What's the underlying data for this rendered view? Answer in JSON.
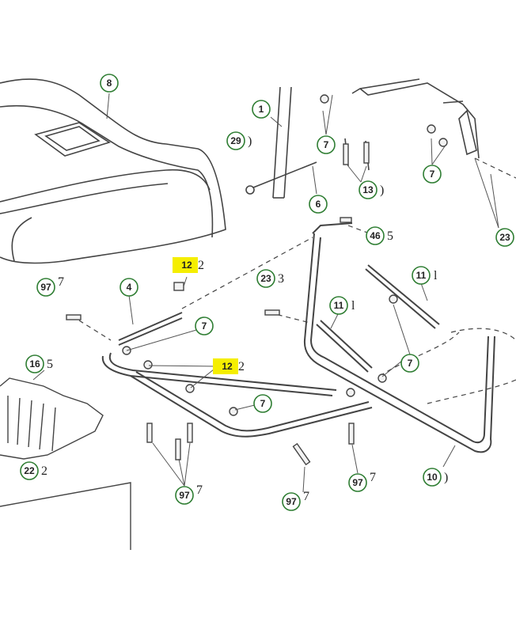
{
  "colors": {
    "circle_stroke": "#2e7d32",
    "highlight": "#f5ee00",
    "line": "#555555",
    "outline": "#444444",
    "dash": "#444444"
  },
  "callouts": [
    {
      "id": "c-8",
      "label": "8",
      "suffix": ""
    },
    {
      "id": "c-1",
      "label": "1",
      "suffix": ""
    },
    {
      "id": "c-29",
      "label": "29",
      "suffix": ")"
    },
    {
      "id": "c-7a",
      "label": "7",
      "suffix": ""
    },
    {
      "id": "c-13",
      "label": "13",
      "suffix": ")"
    },
    {
      "id": "c-7b",
      "label": "7",
      "suffix": ""
    },
    {
      "id": "c-6",
      "label": "6",
      "suffix": ""
    },
    {
      "id": "c-23a",
      "label": "23",
      "suffix": ""
    },
    {
      "id": "c-46",
      "label": "46",
      "suffix": "5"
    },
    {
      "id": "c-12a",
      "label": "12",
      "suffix": "2",
      "highlight": true
    },
    {
      "id": "c-97a",
      "label": "97",
      "suffix": "7"
    },
    {
      "id": "c-4",
      "label": "4",
      "suffix": ""
    },
    {
      "id": "c-23b",
      "label": "23",
      "suffix": "3"
    },
    {
      "id": "c-11a",
      "label": "11",
      "suffix": "l"
    },
    {
      "id": "c-7c",
      "label": "7",
      "suffix": ""
    },
    {
      "id": "c-11b",
      "label": "11",
      "suffix": "l"
    },
    {
      "id": "c-16",
      "label": "16",
      "suffix": "5"
    },
    {
      "id": "c-12b",
      "label": "12",
      "suffix": "2",
      "highlight": true
    },
    {
      "id": "c-7d",
      "label": "7",
      "suffix": ""
    },
    {
      "id": "c-7e",
      "label": "7",
      "suffix": ""
    },
    {
      "id": "c-22",
      "label": "22",
      "suffix": "2"
    },
    {
      "id": "c-97b",
      "label": "97",
      "suffix": "7"
    },
    {
      "id": "c-97c",
      "label": "97",
      "suffix": "7"
    },
    {
      "id": "c-97d",
      "label": "97",
      "suffix": "7"
    },
    {
      "id": "c-10",
      "label": "10",
      "suffix": ")"
    }
  ]
}
